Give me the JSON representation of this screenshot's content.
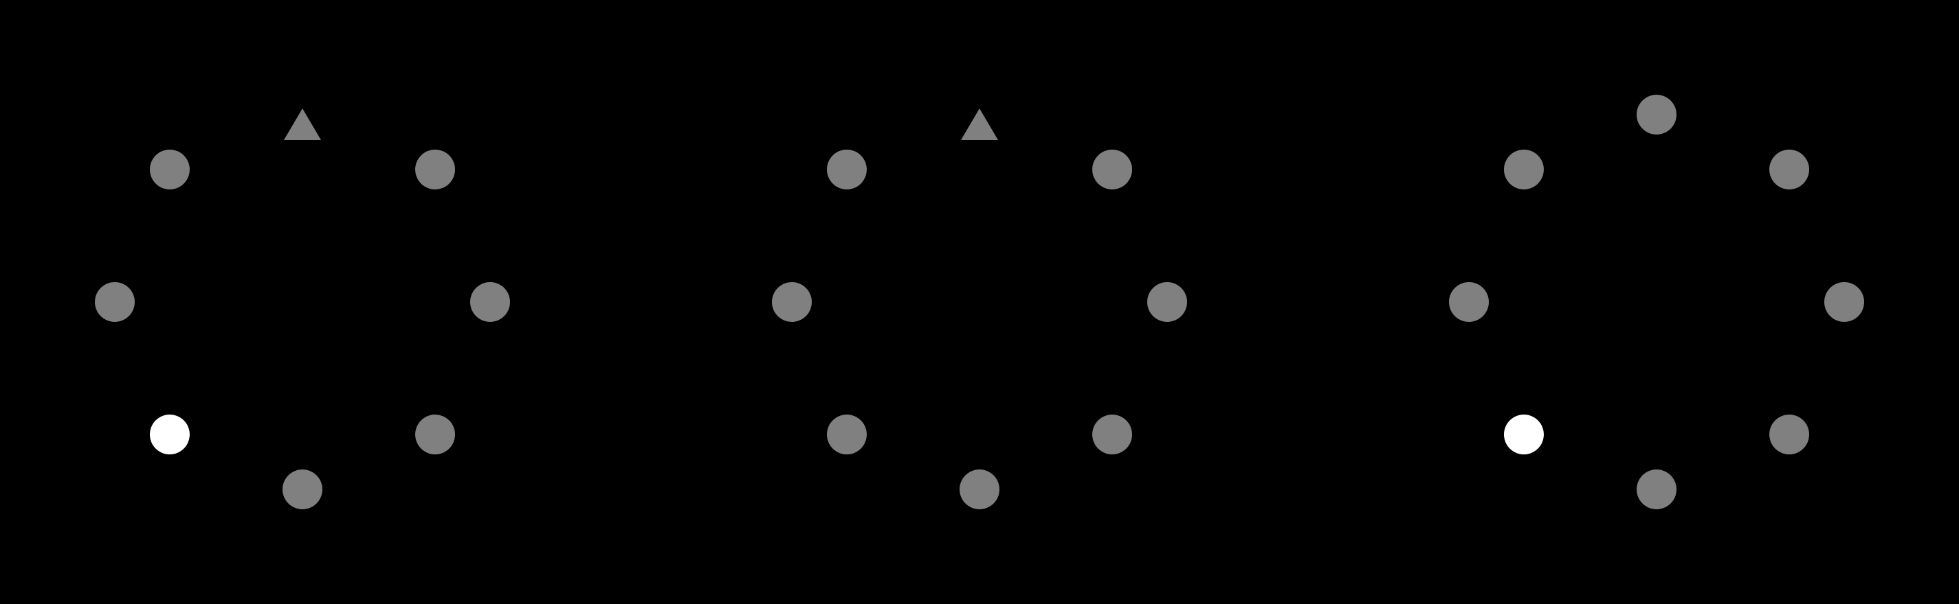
{
  "colors": {
    "background": "#000000",
    "inactive": "#808080",
    "highlight": "#ffffff"
  },
  "panels": [
    {
      "id": "panel-1",
      "positions": [
        "top",
        "top-right",
        "right",
        "bottom-right",
        "bottom",
        "bottom-left",
        "left",
        "top-left"
      ],
      "markers": [
        "triangle",
        "circle",
        "circle",
        "circle",
        "circle",
        "circle",
        "circle",
        "circle"
      ],
      "highlighted": [
        "bottom-left"
      ]
    },
    {
      "id": "panel-2",
      "positions": [
        "top",
        "top-right",
        "right",
        "bottom-right",
        "bottom",
        "bottom-left",
        "left",
        "top-left"
      ],
      "markers": [
        "triangle",
        "circle",
        "circle",
        "circle",
        "circle",
        "circle",
        "circle",
        "circle"
      ],
      "highlighted": []
    },
    {
      "id": "panel-3",
      "positions": [
        "top",
        "top-right",
        "right",
        "bottom-right",
        "bottom",
        "bottom-left",
        "left",
        "top-left"
      ],
      "markers": [
        "circle",
        "circle",
        "circle",
        "circle",
        "circle",
        "circle",
        "circle",
        "circle"
      ],
      "highlighted": [
        "bottom-left"
      ]
    }
  ]
}
